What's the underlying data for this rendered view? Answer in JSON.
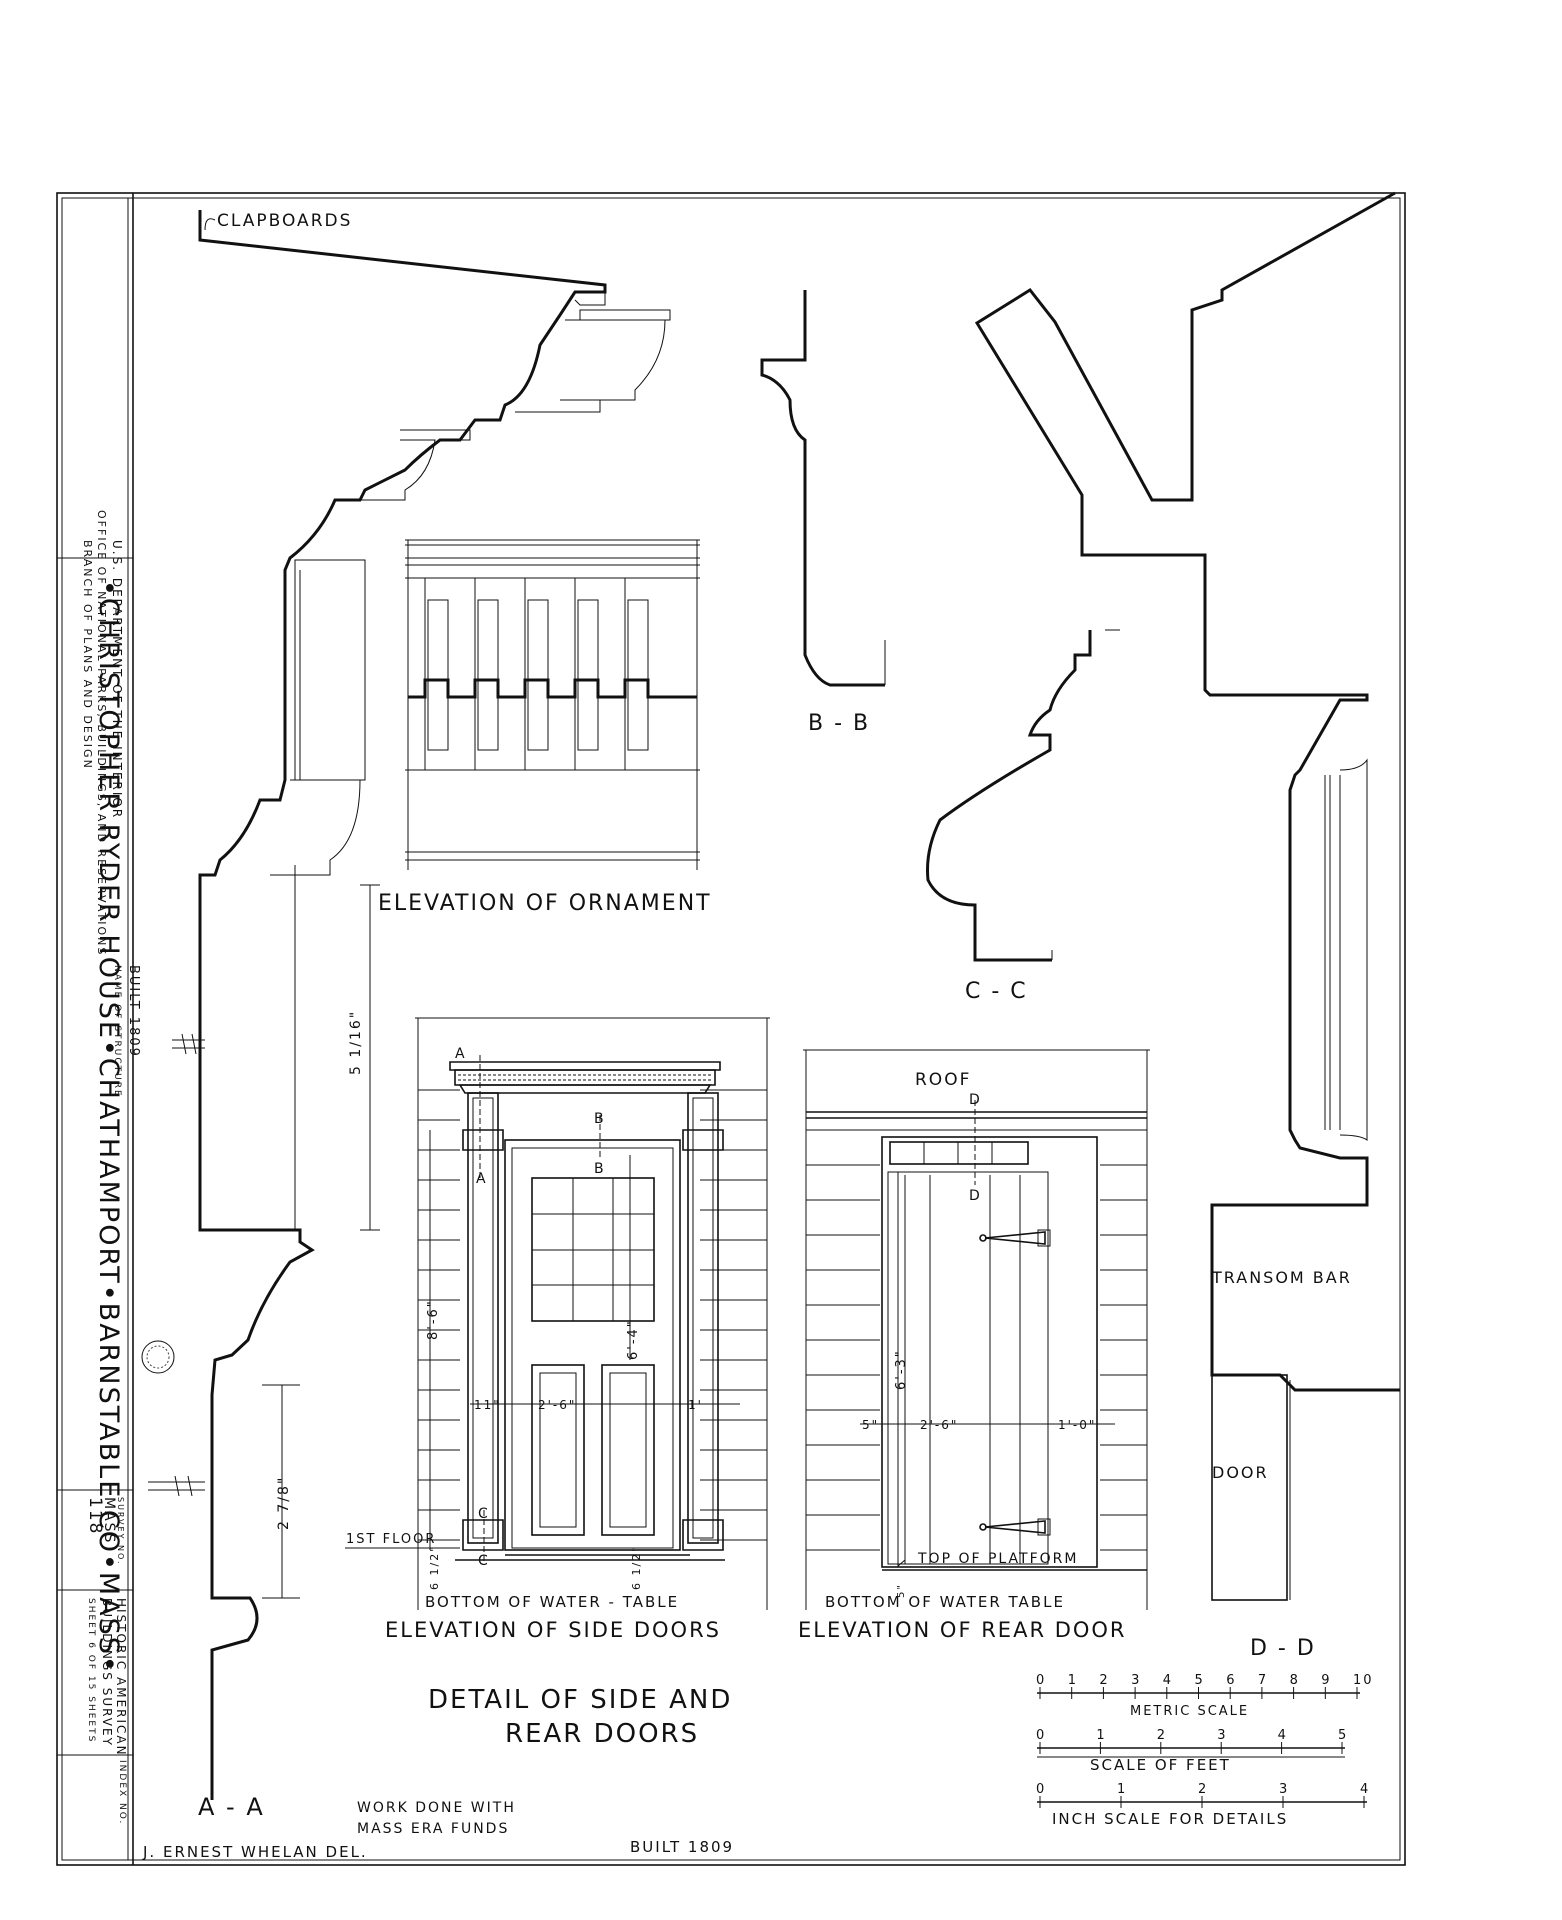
{
  "title_block": {
    "agency": [
      "U.S. DEPARTMENT OF THE INTERIOR",
      "OFFICE OF NATIONAL PARKS, BUILDINGS, AND RESERVATIONS",
      "BRANCH OF PLANS AND DESIGN"
    ],
    "structure_title": "•CHRISTOPHER RYDER HOUSE•CHATHAMPORT•BARNSTABLE CO•MASS•",
    "name_of_structure_label": "NAME OF STRUCTURE",
    "built": "BUILT 1809",
    "survey_no_label": "SURVEY NO.",
    "survey_no": [
      "MASS",
      "118"
    ],
    "survey_name": [
      "HISTORIC AMERICAN",
      "BUILDINGS SURVEY"
    ],
    "sheet": "SHEET 6 OF 15 SHEETS",
    "index_no_label": "INDEX NO."
  },
  "labels": {
    "clapboards": "CLAPBOARDS",
    "elevation_ornament": "ELEVATION OF ORNAMENT",
    "section_bb": "B - B",
    "section_cc": "C - C",
    "section_aa": "A - A",
    "section_dd": "D - D",
    "roof": "ROOF",
    "transom_bar": "TRANSOM BAR",
    "door": "DOOR",
    "first_floor": "1ST FLOOR",
    "top_of_platform": "TOP OF PLATFORM",
    "bottom_side": "BOTTOM OF WATER - TABLE",
    "bottom_rear": "BOTTOM OF WATER TABLE",
    "elev_side": "ELEVATION OF SIDE DOORS",
    "elev_rear": "ELEVATION OF REAR DOOR",
    "detail_line1": "DETAIL OF SIDE AND",
    "detail_line2": "REAR DOORS",
    "work_done_1": "WORK DONE WITH",
    "work_done_2": "MASS ERA FUNDS",
    "delineator": "J. ERNEST WHELAN DEL.",
    "built_bottom": "BUILT 1809"
  },
  "section_marks": {
    "a": "A",
    "b": "B",
    "c": "C",
    "d": "D"
  },
  "dimensions": {
    "d_5_1_16": "5 1/16\"",
    "d_2_7_8": "2 7/8\"",
    "d_8_6": "8'-6\"",
    "d_6_4": "6'-4\"",
    "d_11": "11\"",
    "d_2_6_side": "2'-6\"",
    "d_1_side": "1'",
    "d_6_1_2": "6 1/2\"",
    "d_6_half": "6 1/2\"",
    "d_6_3": "6'-3\"",
    "d_5_rear": "5\"",
    "d_2_6_rear": "2'-6\"",
    "d_1_0_rear": "1'-0\"",
    "d_5_small": "5\""
  },
  "scales": {
    "metric_label": "METRIC SCALE",
    "metric_ticks": [
      "0",
      "1",
      "2",
      "3",
      "4",
      "5",
      "6",
      "7",
      "8",
      "9",
      "10"
    ],
    "feet_label": "SCALE OF FEET",
    "feet_ticks": [
      "0",
      "1",
      "2",
      "3",
      "4",
      "5"
    ],
    "inch_label": "INCH SCALE FOR DETAILS",
    "inch_ticks": [
      "0",
      "1",
      "2",
      "3",
      "4"
    ]
  }
}
